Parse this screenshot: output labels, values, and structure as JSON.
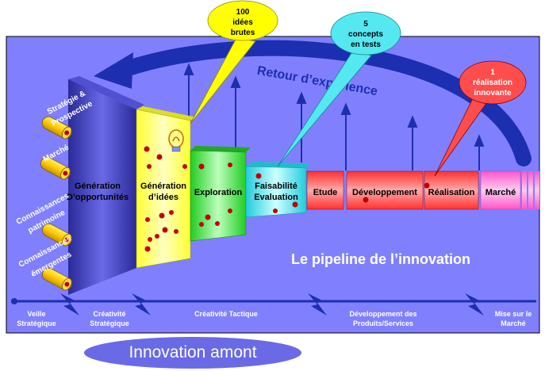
{
  "callouts": {
    "ideas": {
      "line1": "100",
      "line2": "idées",
      "line3": "brutes"
    },
    "concepts": {
      "line1": "5",
      "line2": "concepts",
      "line3": "en tests"
    },
    "realisation": {
      "line1": "1",
      "line2": "réalisation",
      "line3": "innovante"
    }
  },
  "feedback_label": "Retour d’expérience",
  "inputs": {
    "strategie_line1": "Stratégie &",
    "strategie_line2": "Prospective",
    "marche": "Marché",
    "patrimoine_line1": "Connaissances",
    "patrimoine_line2": "patrimoine",
    "emergentes_line1": "Connaissances",
    "emergentes_line2": "émergentes"
  },
  "stages": {
    "generation_opportunites_line1": "Génération",
    "generation_opportunites_line2": "D’opportunités",
    "generation_idees_line1": "Génération",
    "generation_idees_line2": "d’idées",
    "exploration": "Exploration",
    "faisabilite_line1": "Faisabilité",
    "faisabilite_line2": "Evaluation",
    "etude": "Etude",
    "developpement": "Développement",
    "realisation": "Réalisation",
    "marche": "Marché"
  },
  "pipeline_title": "Le pipeline de l’innovation",
  "timeline": {
    "veille_line1": "Veille",
    "veille_line2": "Stratégique",
    "creativite_strat_line1": "Créativité",
    "creativite_strat_line2": "Stratégique",
    "creativite_tactique": "Créativité Tactique",
    "dev_line1": "Développement des",
    "dev_line2": "Produits/Services",
    "mise_line1": "Mise sur le",
    "mise_line2": "Marché"
  },
  "footer_pill": "Innovation amont",
  "colors": {
    "background_panel": "#8080ff",
    "opportunity_block": "#2b2b9e",
    "ideas_block": "#ffff55",
    "exploration_block": "#33dd33",
    "feasibility_block": "#44e0ec",
    "development_blocks": "#ff2222",
    "market_block": "#ff66cc",
    "feedback_arrow": "#1c2fb0",
    "callout_yellow": "#ffff00",
    "callout_cyan": "#55e8f0",
    "callout_red": "#ff4d4d",
    "dot": "#c00000",
    "pill": "#6a6ae6"
  }
}
